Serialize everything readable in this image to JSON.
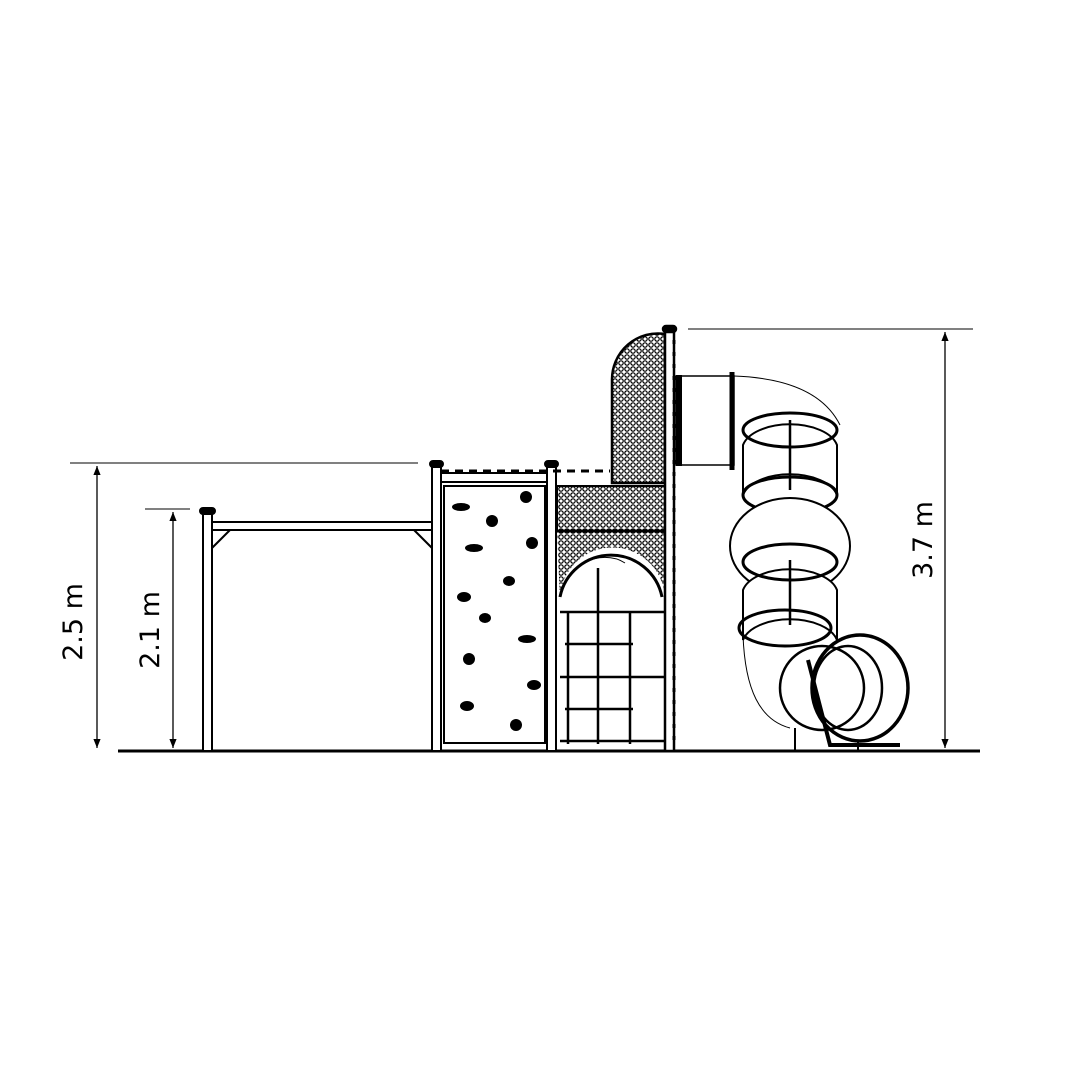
{
  "drawing": {
    "colors": {
      "line": "#000000",
      "background": "#ffffff"
    },
    "dimensions": [
      {
        "label": "2.5 m",
        "value_m": 2.5
      },
      {
        "label": "2.1 m",
        "value_m": 2.1
      },
      {
        "label": "3.7 m",
        "value_m": 3.7
      }
    ]
  }
}
